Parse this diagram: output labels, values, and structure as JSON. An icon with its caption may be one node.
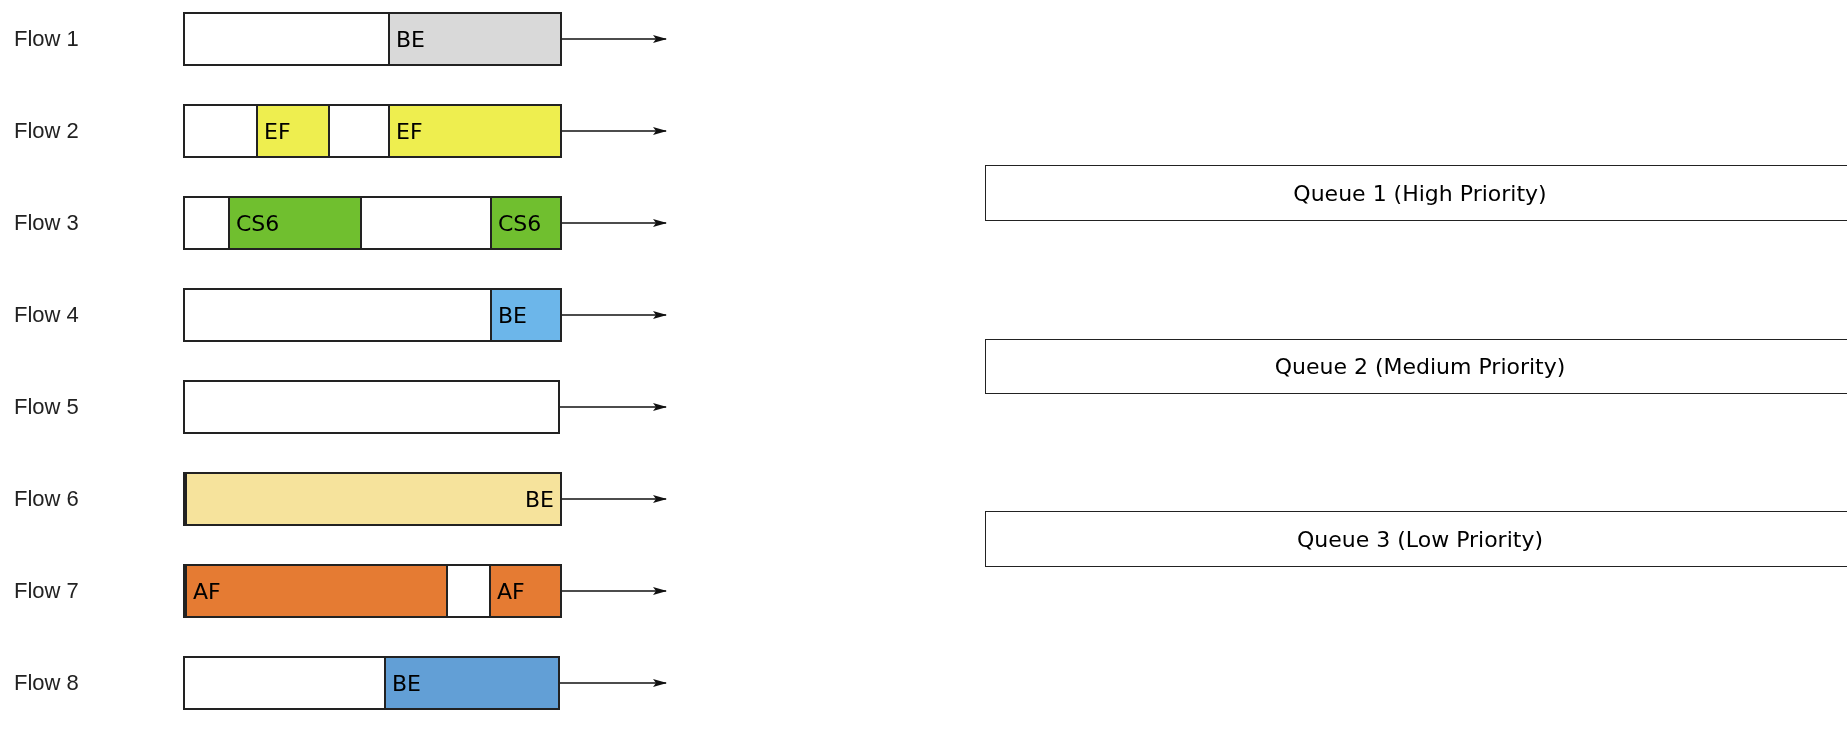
{
  "diagram": {
    "nodes": [
      {
        "text": [],
        "shape": "bar"
      },
      {
        "text": [
          "BE"
        ],
        "in": 0
      },
      {
        "text": [],
        "shape": "bar"
      },
      {
        "text": [
          "EF"
        ],
        "in": 2
      },
      {
        "text": [
          "EF"
        ],
        "in": 2
      },
      {
        "text": [],
        "shape": "bar"
      },
      {
        "text": [
          "CS6"
        ],
        "in": 5
      },
      {
        "text": [
          "CS6"
        ],
        "in": 5
      },
      {
        "text": [],
        "shape": "bar"
      },
      {
        "text": [
          "BE"
        ],
        "in": 8
      },
      {
        "text": [],
        "shape": "bar"
      },
      {
        "text": [],
        "shape": "bar"
      },
      {
        "text": [
          "BE"
        ],
        "in": 11
      },
      {
        "text": [],
        "shape": "bar"
      },
      {
        "text": [
          "AF"
        ],
        "in": 13
      },
      {
        "text": [
          "AF"
        ],
        "in": 13
      },
      {
        "text": [],
        "shape": "bar"
      },
      {
        "text": [
          "BE"
        ],
        "in": 16
      },
      {
        "text": [
          "Queue 1 (High Priority)"
        ]
      },
      {
        "text": [
          "Queue 2 (Medium Priority)"
        ]
      },
      {
        "text": [
          "Queue 3 (Low Priority)"
        ]
      }
    ],
    "edges": [
      {
        "from": 0,
        "to": null,
        "arrow": "to"
      },
      {
        "from": 2,
        "to": null,
        "arrow": "to"
      },
      {
        "from": 5,
        "to": null,
        "arrow": "to"
      },
      {
        "from": 8,
        "to": null,
        "arrow": "to"
      },
      {
        "from": 10,
        "to": null,
        "arrow": "to"
      },
      {
        "from": 11,
        "to": null,
        "arrow": "to"
      },
      {
        "from": 13,
        "to": null,
        "arrow": "to"
      },
      {
        "from": 16,
        "to": null,
        "arrow": "to"
      }
    ],
    "labels": [
      "Flow 1",
      "Flow 2",
      "Flow 3",
      "Flow 4",
      "Flow 5",
      "Flow 6",
      "Flow 7",
      "Flow 8"
    ]
  }
}
